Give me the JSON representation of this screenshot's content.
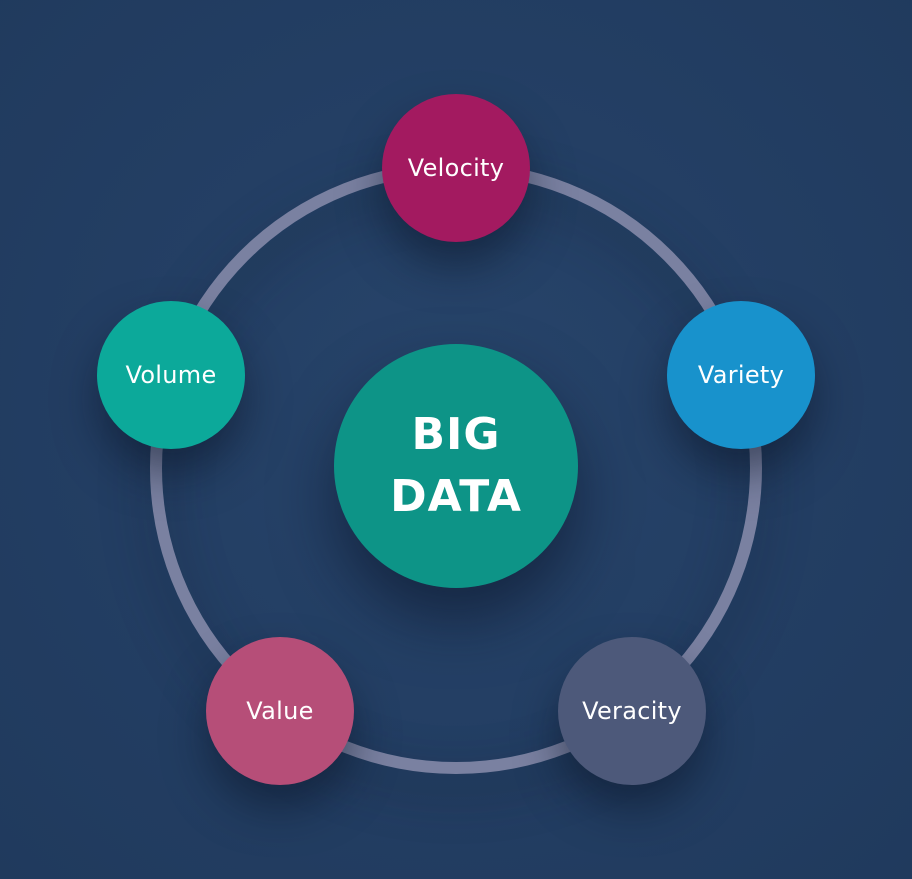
{
  "diagram": {
    "title": "BIG DATA",
    "background_color": "#233e63",
    "ring_color": "#7a81a1",
    "text_color": "#ffffff",
    "center": {
      "label_line1": "BIG",
      "label_line2": "DATA",
      "color": "#0d9487"
    },
    "nodes": [
      {
        "label": "Velocity",
        "color": "#a31a60",
        "position": "top"
      },
      {
        "label": "Variety",
        "color": "#1892cc",
        "position": "right"
      },
      {
        "label": "Veracity",
        "color": "#4d597a",
        "position": "bottom-right"
      },
      {
        "label": "Value",
        "color": "#b64e78",
        "position": "bottom-left"
      },
      {
        "label": "Volume",
        "color": "#0ca99a",
        "position": "left"
      }
    ]
  }
}
